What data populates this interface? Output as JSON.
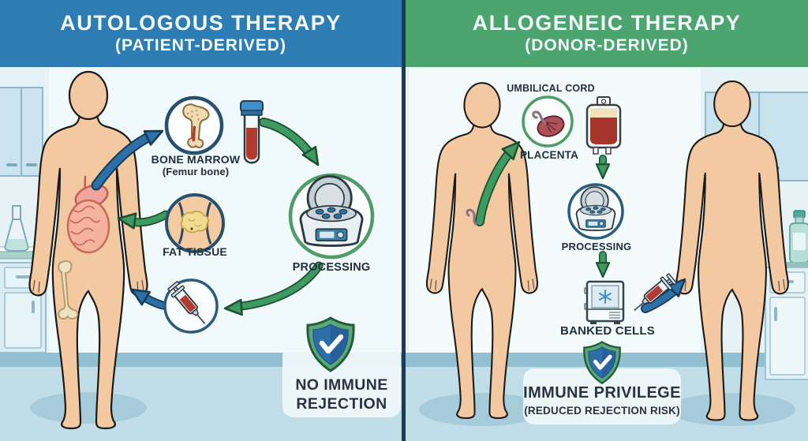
{
  "left_panel": {
    "title": "AUTOLOGOUS THERAPY",
    "subtitle": "(PATIENT-DERIVED)",
    "header_color": "#2E7CB4",
    "labels": {
      "bone_marrow_line1": "BONE MARROW",
      "bone_marrow_line2": "(Femur bone)",
      "fat_tissue": "FAT TISSUE",
      "processing": "PROCESSING"
    },
    "badge": {
      "line1": "NO IMMUNE",
      "line2": "REJECTION"
    }
  },
  "right_panel": {
    "title": "ALLOGENEIC THERAPY",
    "subtitle": "(DONOR-DERIVED)",
    "header_color": "#4CA46E",
    "labels": {
      "umbilical_cord": "UMBILICAL CORD",
      "placenta": "PLACENTA",
      "processing": "PROCESSING",
      "banked_cells": "BANKED CELLS"
    },
    "badge": {
      "line1": "IMMUNE PRIVILEGE",
      "line2": "(REDUCED REJECTION RISK)"
    }
  },
  "colors": {
    "left_header": "#2E7CB4",
    "right_header": "#4CA46E",
    "arrow_blue": "#2D6FA8",
    "arrow_green": "#3D9B62",
    "wall": "#E6F2F5",
    "floor": "#C1DEE8",
    "skin": "#F3C9A2",
    "shield_green": "#5BA878",
    "shield_blue": "#2E6EA8",
    "blood_red": "#B23A2F"
  },
  "icons": {
    "left": [
      "bone-marrow-icon",
      "blood-tube-icon",
      "fat-tissue-icon",
      "centrifuge-icon",
      "syringe-icon",
      "shield-check-icon"
    ],
    "right": [
      "placenta-icon",
      "blood-bag-icon",
      "centrifuge-icon",
      "freezer-icon",
      "syringe-icon",
      "shield-check-icon"
    ]
  }
}
